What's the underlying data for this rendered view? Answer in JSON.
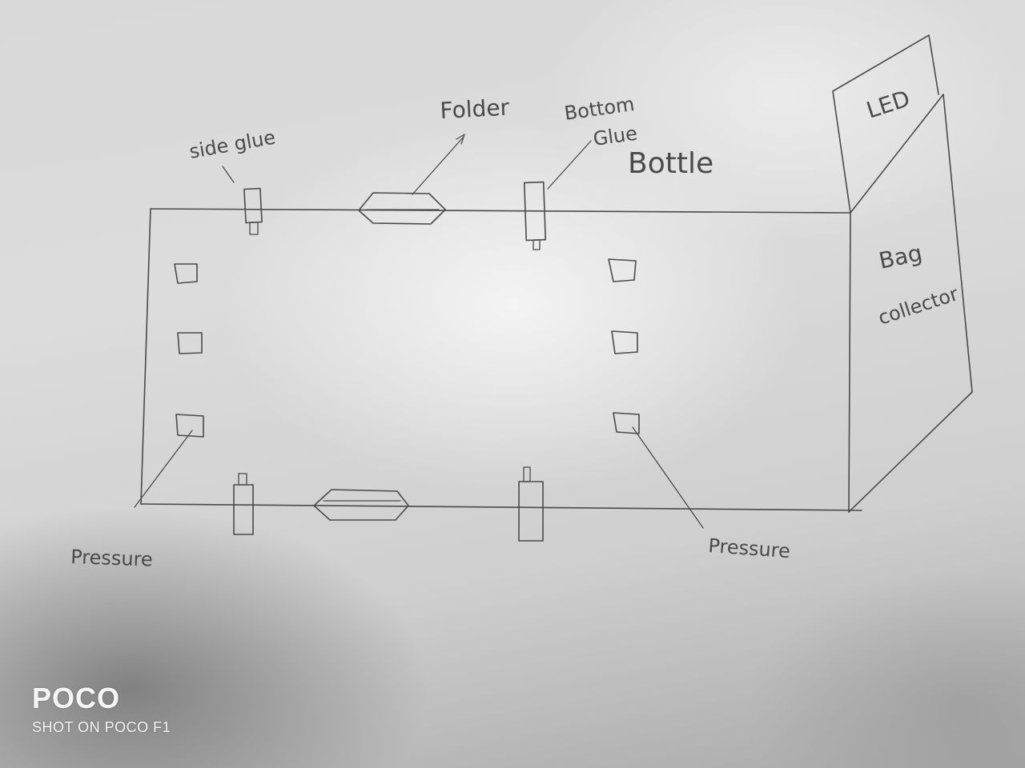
{
  "labels": {
    "side_glue": "side glue",
    "folder": "Folder",
    "bottom_glue_line1": "Bottom",
    "bottom_glue_line2": "Glue",
    "bottle": "Bottle",
    "led": "LED",
    "bag": "Bag",
    "collector": "collector",
    "pressure_left": "Pressure",
    "pressure_right": "Pressure"
  },
  "watermark": {
    "brand": "POCO",
    "caption": "SHOT ON POCO F1"
  }
}
